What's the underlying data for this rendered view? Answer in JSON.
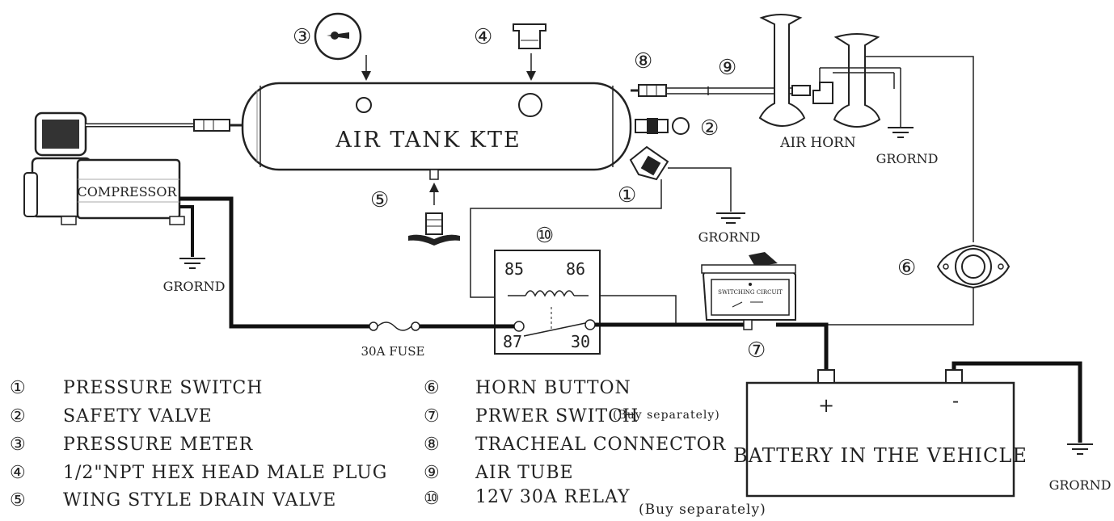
{
  "labels": {
    "tank": "AIR TANK KTE",
    "compressor": "COMPRESSOR",
    "air_horn": "AIR HORN",
    "ground": "GRORND",
    "fuse": "30A FUSE",
    "battery": "BATTERY IN THE VEHICLE",
    "battery_plus": "+",
    "battery_minus": "-",
    "switch_face": "SWITCHING CIRCUIT",
    "relay_pins": {
      "p85": "85",
      "p86": "86",
      "p87": "87",
      "p30": "30"
    }
  },
  "callouts": {
    "c1": "①",
    "c2": "②",
    "c3": "③",
    "c4": "④",
    "c5": "⑤",
    "c6": "⑥",
    "c7": "⑦",
    "c8": "⑧",
    "c9": "⑨",
    "c10": "⑩"
  },
  "legend": [
    {
      "num": "①",
      "text": "PRESSURE SWITCH"
    },
    {
      "num": "②",
      "text": "SAFETY VALVE"
    },
    {
      "num": "③",
      "text": "PRESSURE METER"
    },
    {
      "num": "④",
      "text": "1/2\"NPT HEX HEAD MALE PLUG"
    },
    {
      "num": "⑤",
      "text": "WING STYLE DRAIN VALVE"
    },
    {
      "num": "⑥",
      "text": "HORN BUTTON"
    },
    {
      "num": "⑦",
      "text": "PRWER SWITCH",
      "note": "(Buy separately)"
    },
    {
      "num": "⑧",
      "text": "TRACHEAL CONNECTOR"
    },
    {
      "num": "⑨",
      "text": "AIR TUBE"
    },
    {
      "num": "⑩",
      "text": "12V 30A RELAY",
      "note": "(Buy separately)"
    }
  ]
}
